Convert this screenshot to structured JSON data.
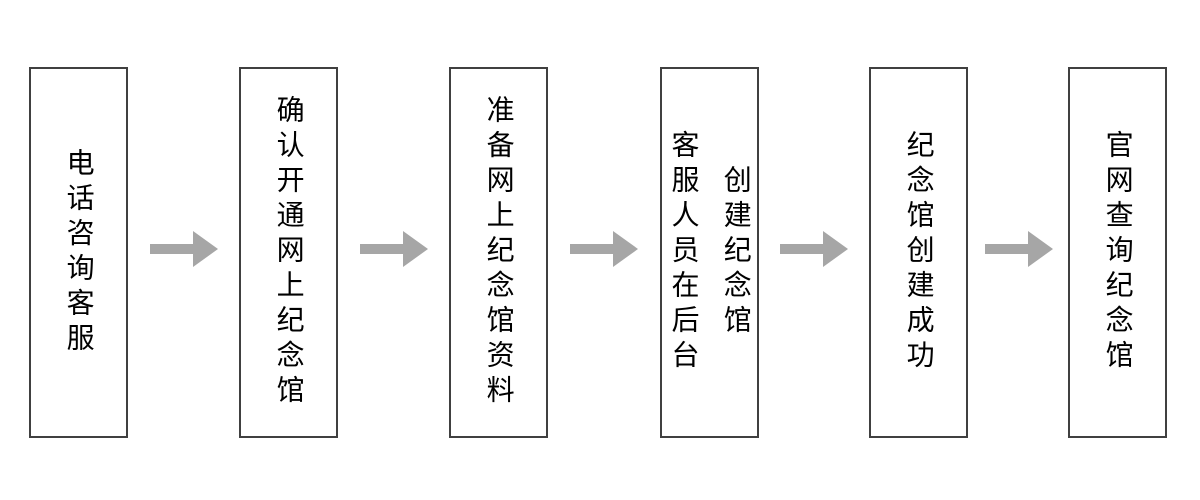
{
  "steps": [
    {
      "lines": [
        "电话咨询客服"
      ]
    },
    {
      "lines": [
        "确认开通网上纪念馆"
      ]
    },
    {
      "lines": [
        "准备网上纪念馆资料"
      ]
    },
    {
      "lines": [
        "客服人员在后台",
        "创建纪念馆"
      ]
    },
    {
      "lines": [
        "纪念馆创建成功"
      ]
    },
    {
      "lines": [
        "官网查询纪念馆"
      ]
    }
  ],
  "colors": {
    "arrow": "#a6a6a6",
    "box_border": "#404040",
    "text": "#000000",
    "background": "#ffffff"
  }
}
